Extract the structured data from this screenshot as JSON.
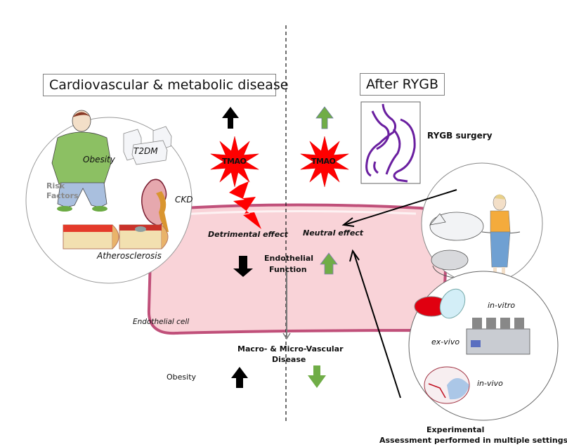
{
  "left_section": {
    "title": "Cardiovascular & metabolic disease",
    "tmao_label": "TMAO",
    "tmao_trend": "up",
    "effect_label": "Detrimental effect",
    "endothelial_trend": "down",
    "vascular_disease_trend": "up",
    "risk_factors": {
      "title_line1": "Risk",
      "title_line2": "Factors",
      "items": [
        "Obesity",
        "T2DM",
        "CKD",
        "Atherosclerosis"
      ]
    }
  },
  "right_section": {
    "title": "After RYGB",
    "surgery_label": "RYGB surgery",
    "tmao_label": "TMAO",
    "tmao_trend": "up",
    "effect_label": "Neutral effect",
    "endothelial_trend": "up",
    "vascular_disease_trend": "down",
    "experimental": {
      "settings": [
        "in-vitro",
        "ex-vivo",
        "in-vivo"
      ],
      "caption_line1": "Experimental",
      "caption_line2": "Assessment performed in multiple settings"
    }
  },
  "center": {
    "endothelial_function_line1": "Endothelial",
    "endothelial_function_line2": "Function",
    "cell_label": "Endothelial cell",
    "vascular_disease_line1": "Macro- & Micro-Vascular",
    "vascular_disease_line2": "Disease",
    "obesity_row_label": "Obesity"
  },
  "colors": {
    "increase_black": "#000000",
    "after_rygb_green": "#70ad47",
    "tmao_red": "#ff0000",
    "cell_fill": "#f9d3d8",
    "cell_border": "#c0507a",
    "stomach_purple": "#6a1fa0"
  }
}
